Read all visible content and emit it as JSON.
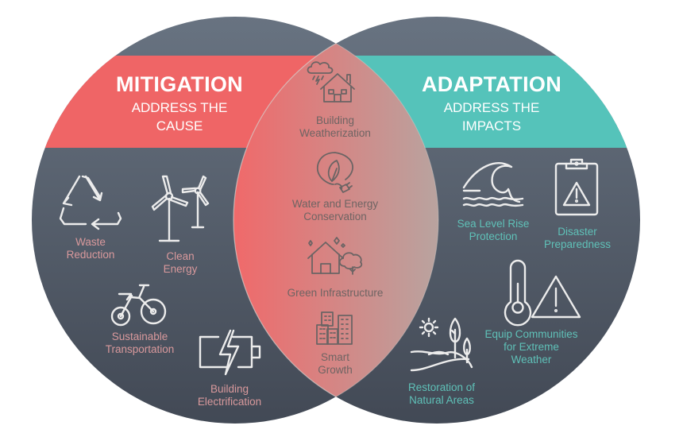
{
  "colors": {
    "circle_dark_top": "#687381",
    "circle_dark_bottom": "#434a56",
    "mitigation_red": "#ef6566",
    "adaptation_teal": "#55c3ba",
    "icon_stroke": "#ececec",
    "mitigation_text": "#d9999c",
    "adaptation_text": "#5fc1b8",
    "overlap_text": "#6e6463"
  },
  "mitigation": {
    "title": "MITIGATION",
    "subtitle_line1": "ADDRESS THE",
    "subtitle_line2": "CAUSE",
    "items": [
      {
        "icon": "recycle-icon",
        "line1": "Waste",
        "line2": "Reduction"
      },
      {
        "icon": "wind-turbine-icon",
        "line1": "Clean",
        "line2": "Energy"
      },
      {
        "icon": "bicycle-icon",
        "line1": "Sustainable",
        "line2": "Transportation"
      },
      {
        "icon": "battery-charging-icon",
        "line1": "Building",
        "line2": "Electrification"
      }
    ]
  },
  "adaptation": {
    "title": "ADAPTATION",
    "subtitle_line1": "ADDRESS THE",
    "subtitle_line2": "IMPACTS",
    "items": [
      {
        "icon": "wave-icon",
        "line1": "Sea Level Rise",
        "line2": "Protection"
      },
      {
        "icon": "clipboard-warning-icon",
        "line1": "Disaster",
        "line2": "Preparedness"
      },
      {
        "icon": "thermometer-warning-icon",
        "line1": "Equip Communities",
        "line2": "for Extreme",
        "line3": "Weather"
      },
      {
        "icon": "landscape-trees-icon",
        "line1": "Restoration of",
        "line2": "Natural Areas"
      }
    ]
  },
  "overlap": {
    "items": [
      {
        "icon": "storm-house-icon",
        "line1": "Building",
        "line2": "Weatherization"
      },
      {
        "icon": "leaf-plug-icon",
        "line1": "Water and Energy",
        "line2": "Conservation"
      },
      {
        "icon": "house-tree-icon",
        "line1": "Green Infrastructure"
      },
      {
        "icon": "city-buildings-icon",
        "line1": "Smart",
        "line2": "Growth"
      }
    ]
  }
}
